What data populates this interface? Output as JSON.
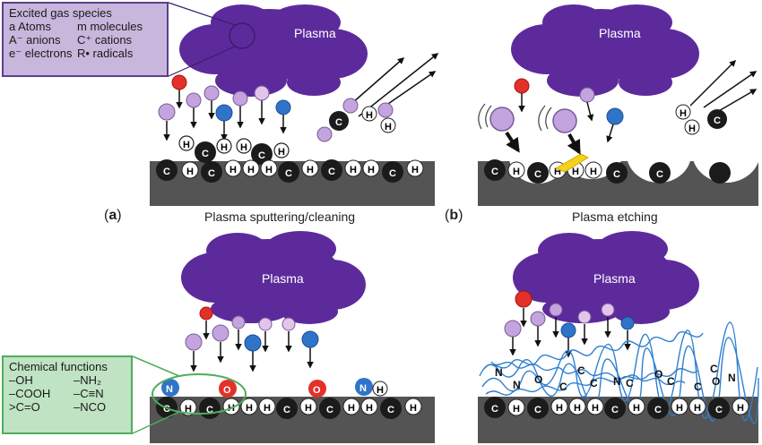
{
  "legend_gas": {
    "title": "Excited gas species",
    "rows": [
      [
        "a Atoms",
        "m molecules"
      ],
      [
        "A⁻ anions",
        "C⁺ cations"
      ],
      [
        "e⁻ electrons",
        "R• radicals"
      ]
    ]
  },
  "legend_chem": {
    "title": "Chemical functions",
    "rows": [
      [
        "–OH",
        "–NH₂"
      ],
      [
        "–COOH",
        "–C≡N"
      ],
      [
        ">C=O",
        "–NCO"
      ]
    ]
  },
  "panels": {
    "a": {
      "letter": "a",
      "caption": "Plasma sputtering/cleaning"
    },
    "b": {
      "letter": "b",
      "caption": "Plasma etching"
    }
  },
  "plasma_label": "Plasma",
  "atom_labels": {
    "carbon": "C",
    "hydrogen": "H",
    "nitrogen": "N",
    "oxygen": "O"
  },
  "colors": {
    "plasma": "#5d2a9c",
    "species_light": "#c4a4de",
    "species_pink": "#e3c4ea",
    "red": "#e3312a",
    "blue": "#2f74c8",
    "substrate": "#545454",
    "carbon": "#1b1b1b",
    "polymer": "#2f7fd0",
    "gas_box": "#c9b6dc",
    "chem_box": "#bfe3c3"
  }
}
